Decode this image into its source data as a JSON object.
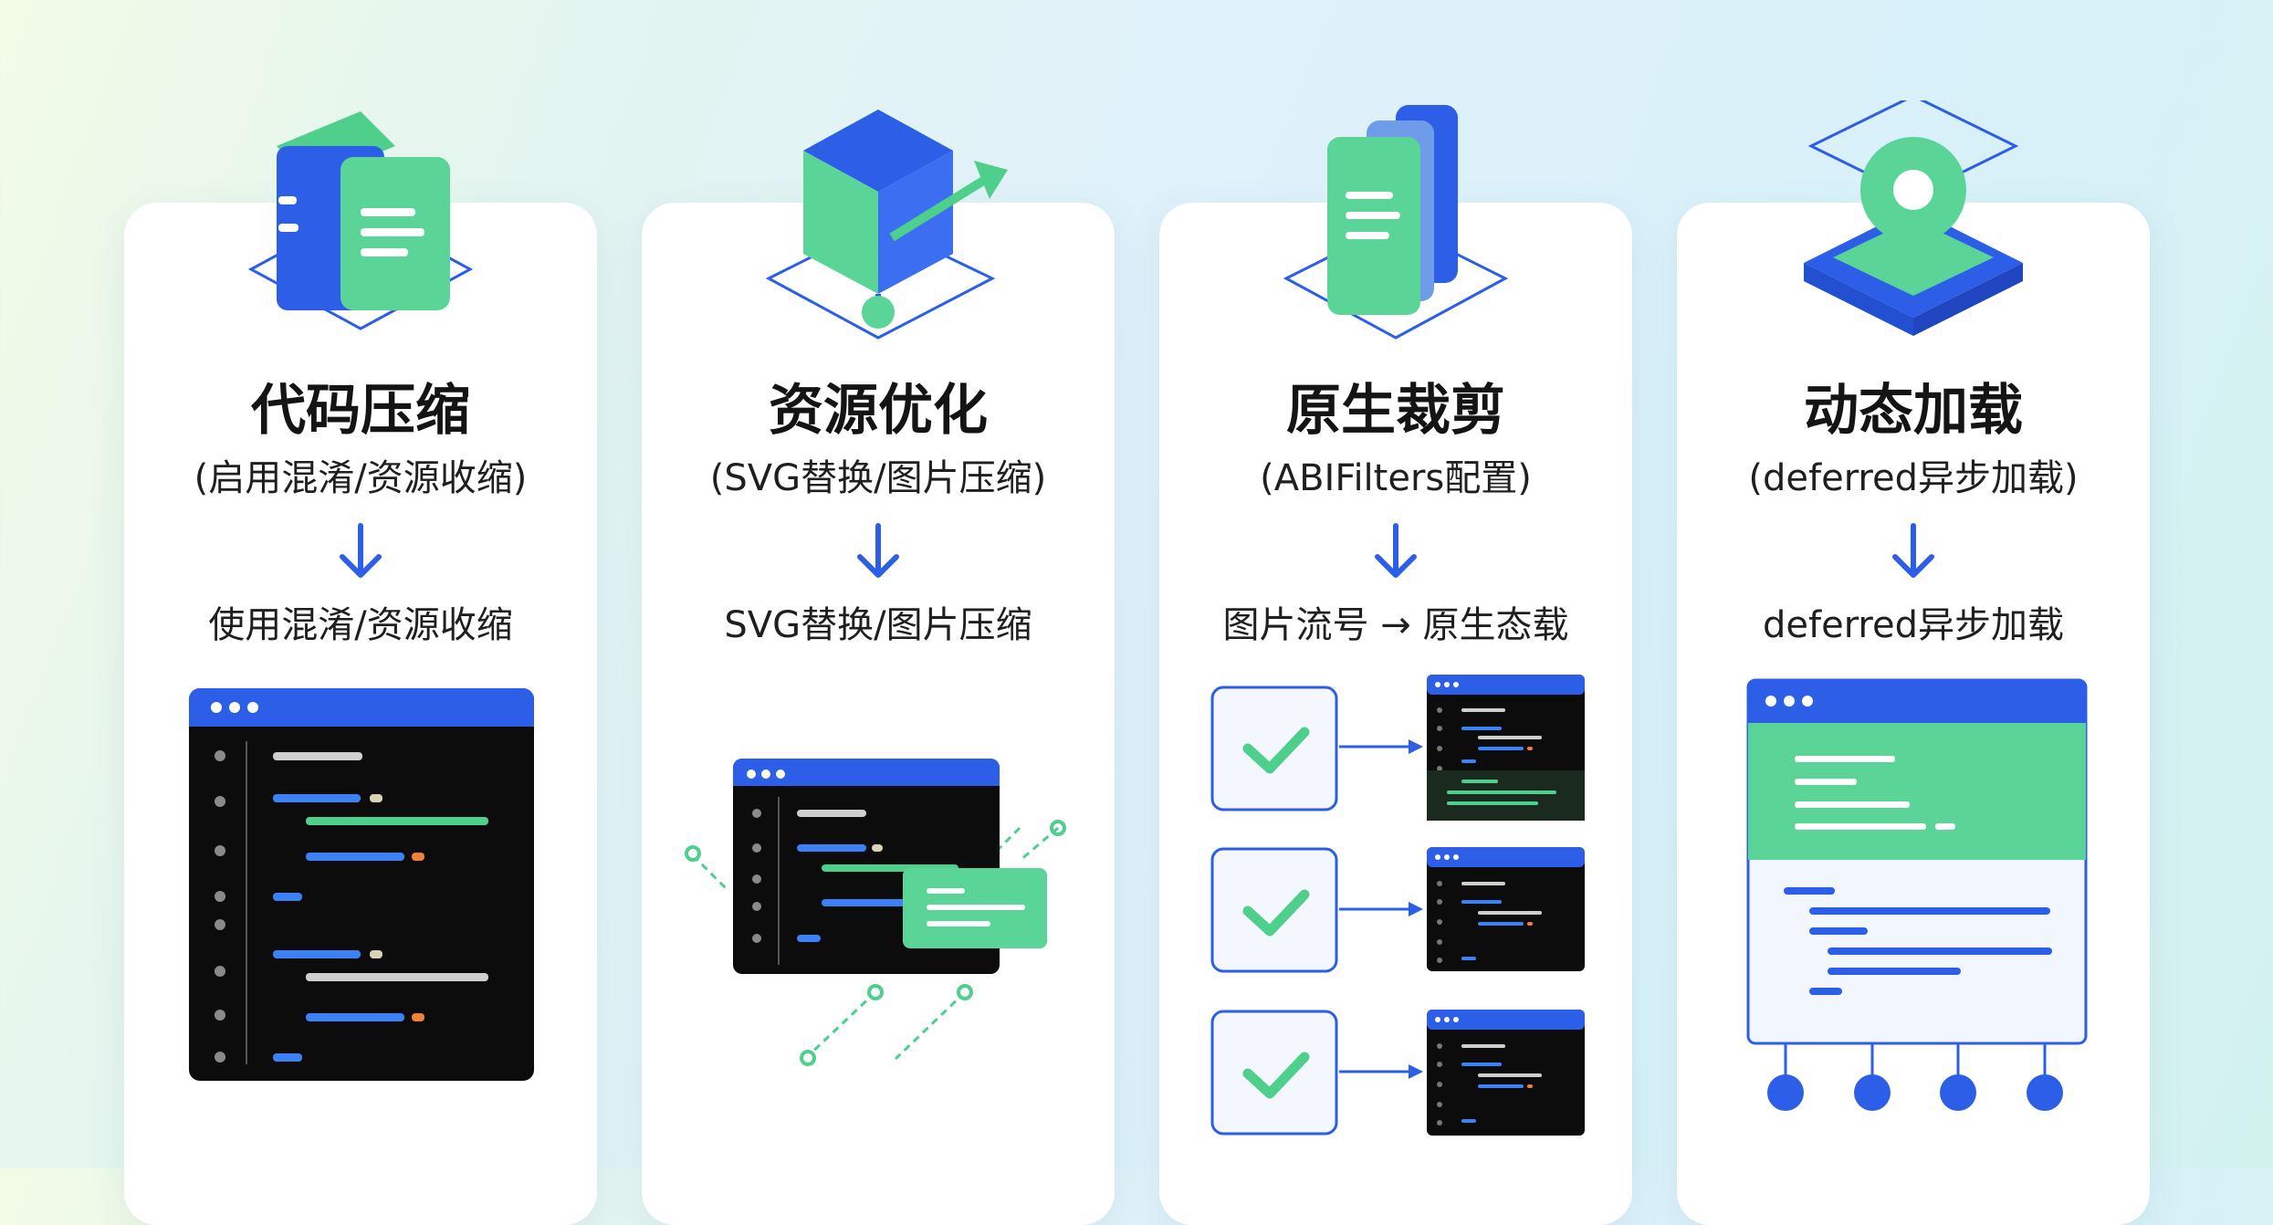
{
  "columns": [
    {
      "title": "代码压缩",
      "subtitle": "(启用混淆/资源收缩)",
      "result": "使用混淆/资源收缩",
      "icon": "code-file-icon"
    },
    {
      "title": "资源优化",
      "subtitle": "(SVG替换/图片压缩)",
      "result": "SVG替换/图片压缩",
      "icon": "resource-cube-icon"
    },
    {
      "title": "原生裁剪",
      "subtitle": "(ABIFilters配置)",
      "result": "图片流号 → 原生态载",
      "icon": "native-layers-icon"
    },
    {
      "title": "动态加载",
      "subtitle": "(deferred异步加载)",
      "result": "deferred异步加载",
      "icon": "location-pin-icon"
    }
  ],
  "colors": {
    "accent_blue": "#2c5ee8",
    "accent_green": "#4fcf8c",
    "code_background": "#0c0c0c"
  }
}
